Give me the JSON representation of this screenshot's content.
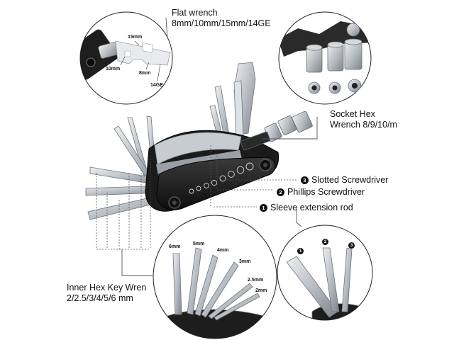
{
  "labels": {
    "flat_wrench_title": "Flat wrench",
    "flat_wrench_sizes": "8mm/10mm/15mm/14GE",
    "socket_title": "Socket Hex",
    "socket_sizes": "Wrench 8/9/10/m",
    "slotted": "Slotted Screwdriver",
    "phillips": "Phillips Screwdriver",
    "sleeve": "Sleeve extension rod",
    "hex_title": "Inner Hex Key Wren",
    "hex_sizes": "2/2.5/3/4/5/6 mm"
  },
  "bullets": {
    "one": "1",
    "two": "2",
    "three": "3"
  },
  "flat_wrench_callouts": [
    "15mm",
    "10mm",
    "8mm",
    "14GE"
  ],
  "hex_key_callouts": [
    "6mm",
    "5mm",
    "4mm",
    "3mm",
    "2.5mm",
    "2mm"
  ],
  "colors": {
    "tool_body": "#1c1c1c",
    "metal": "#c9cdd2",
    "metal_dark": "#8e949a",
    "leader": "#555555"
  }
}
